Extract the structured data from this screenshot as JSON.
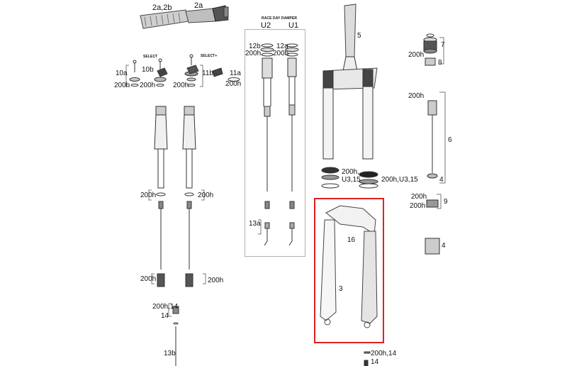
{
  "diagram": {
    "highlight_color": "#e02020",
    "frame_color": "#b0b0b0",
    "part_color": "#333333",
    "damper_title": "RACE DAY DAMPER",
    "select_title": "SELECT",
    "select_plus_title": "SELECT+",
    "labels": {
      "l_2a2b": "2a,2b",
      "l_2a": "2a",
      "l_u2": "U2",
      "l_u1": "U1",
      "l_12b": "12b",
      "l_12a": "12a",
      "l_200h_d1": "200h",
      "l_200h_d2": "200h",
      "l_5": "5",
      "l_7": "7",
      "l_200h_7": "200h",
      "l_8": "8",
      "l_10a": "10a",
      "l_10b": "10b",
      "l_11b": "11b",
      "l_11a": "11a",
      "l_200h_s1": "200h",
      "l_200h_s2": "200h",
      "l_200h_s3": "200h",
      "l_200h_s4": "200h",
      "l_200h_6": "200h",
      "l_6": "6",
      "l_4a": "4",
      "l_200h_u3_a": "200h,",
      "l_u3_15_a": "U3,15",
      "l_200h_u3_b": "200h,U3,15",
      "l_200h_m1": "200h",
      "l_200h_m2": "200h",
      "l_200h_9a": "200h",
      "l_200h_9b": "200h",
      "l_9": "9",
      "l_13a": "13a",
      "l_16": "16",
      "l_4b": "4",
      "l_3": "3",
      "l_200h_b1": "200h",
      "l_200h_b2": "200h",
      "l_200h_14a": "200h,14",
      "l_14a": "14",
      "l_13b": "13b",
      "l_200h_14b": "200h,14",
      "l_14b": "14"
    }
  }
}
